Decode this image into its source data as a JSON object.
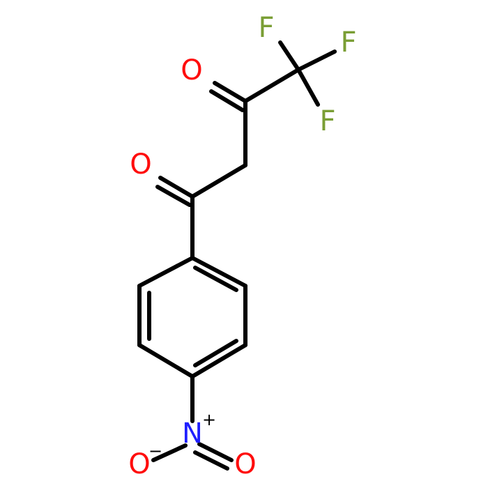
{
  "colors": {
    "background": "#ffffff",
    "bond": "#000000",
    "fluorine": "#7a9e35",
    "oxygen": "#ff0d0d",
    "nitrogen": "#1f1fff",
    "charge": "#000000"
  },
  "atoms": {
    "f_top": "F",
    "f_right": "F",
    "f_lower": "F",
    "o_upper_carbonyl": "O",
    "o_lower_carbonyl": "O",
    "n_nitro": "N",
    "n_charge": "+",
    "o_nitro_left": "O",
    "o_nitro_left_charge": "−",
    "o_nitro_right": "O"
  }
}
